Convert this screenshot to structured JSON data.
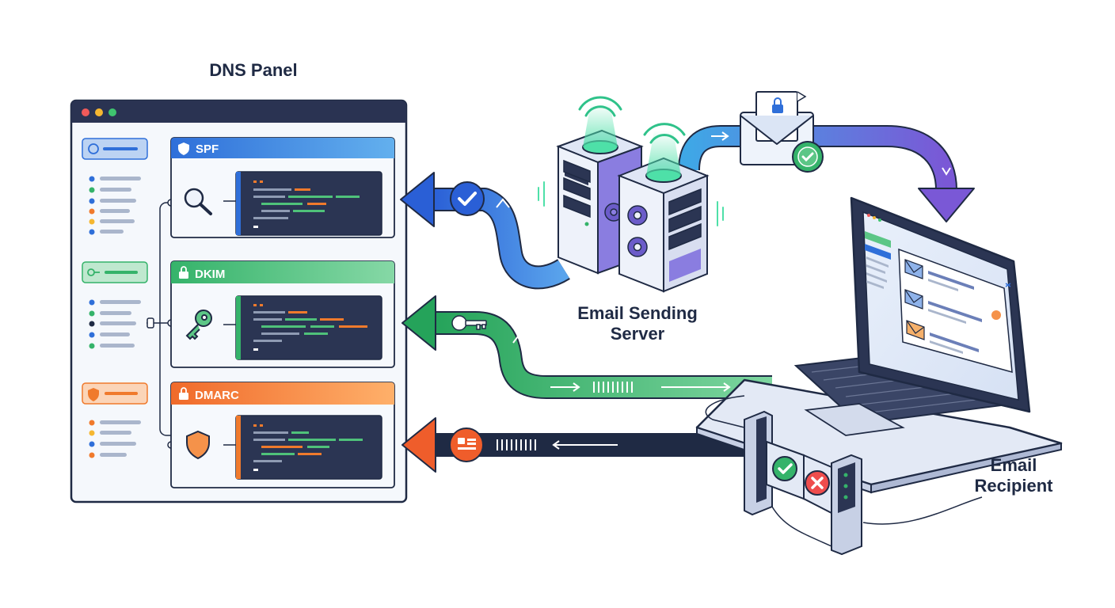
{
  "dns_panel": {
    "title": "DNS Panel",
    "records": [
      {
        "key": "spf",
        "label": "SPF",
        "color": "#2f6fd9",
        "icon": "magnifier-icon"
      },
      {
        "key": "dkim",
        "label": "DKIM",
        "color": "#35b36a",
        "icon": "key-icon"
      },
      {
        "key": "dmarc",
        "label": "DMARC",
        "color": "#f07a2c",
        "icon": "shield-icon"
      }
    ]
  },
  "server": {
    "label_line1": "Email Sending",
    "label_line2": "Server"
  },
  "recipient": {
    "label_line1": "Email",
    "label_line2": "Recipient"
  },
  "colors": {
    "ink": "#1f2a44",
    "spf_blue": "#2f6fd9",
    "dkim_green": "#35b36a",
    "dmarc_orange": "#f07a2c",
    "purple": "#7b5fd6",
    "panel_bg": "#f3f6fb",
    "code_bg": "#2b3553"
  }
}
